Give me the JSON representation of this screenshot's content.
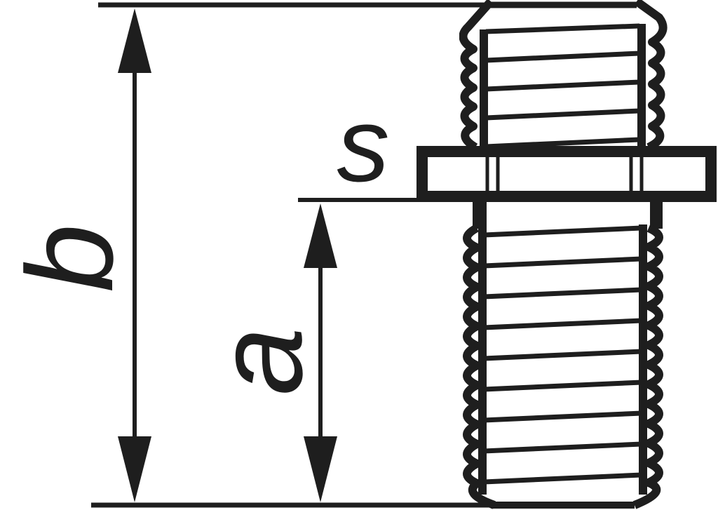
{
  "diagram": {
    "labels": {
      "total_length": "b",
      "thread_length": "a",
      "collar_thickness": "s"
    },
    "colors": {
      "ink": "#1e1e1e",
      "background": "#ffffff"
    }
  }
}
